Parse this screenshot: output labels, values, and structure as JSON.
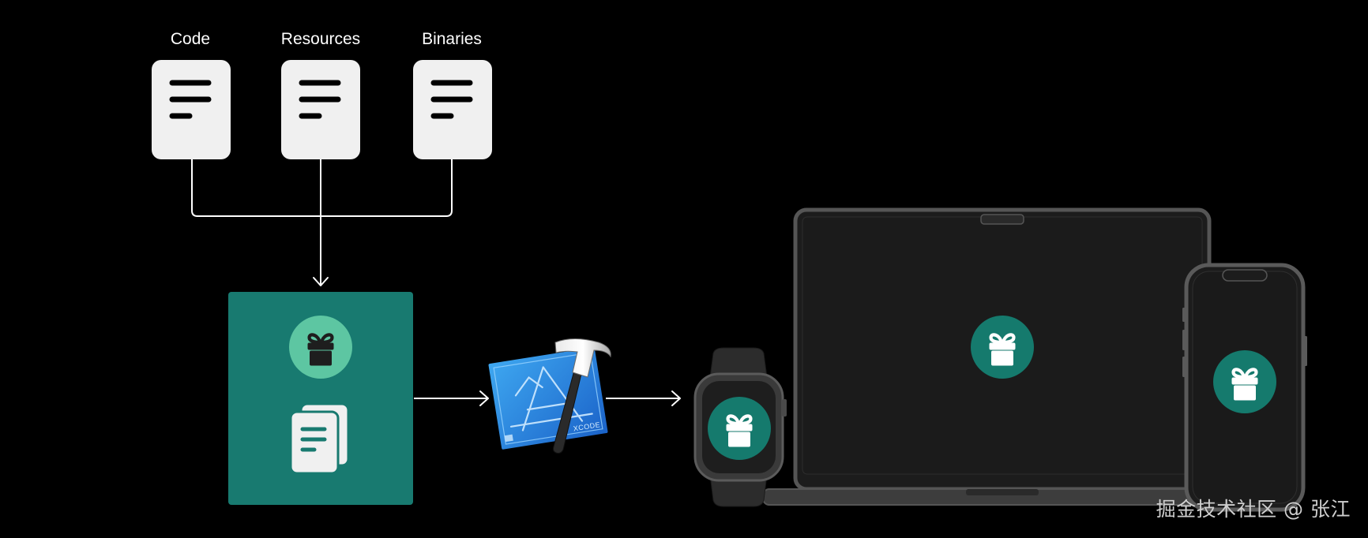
{
  "inputs": [
    {
      "label": "Code"
    },
    {
      "label": "Resources"
    },
    {
      "label": "Binaries"
    }
  ],
  "tool": {
    "icon": "xcode-icon",
    "badge": "XCODE"
  },
  "package": {
    "icons": [
      "gift-icon",
      "documents-icon"
    ]
  },
  "devices": [
    "watch",
    "laptop",
    "phone"
  ],
  "colors": {
    "background": "#000000",
    "package_fill": "#187a70",
    "gift_circle_light": "#5dc6a2",
    "gift_circle_dark": "#157a6d",
    "document_card": "#f0f0f0",
    "device_frame": "#555555",
    "device_screen": "#1c1c1c"
  },
  "watermark": "掘金技术社区 @ 张江"
}
